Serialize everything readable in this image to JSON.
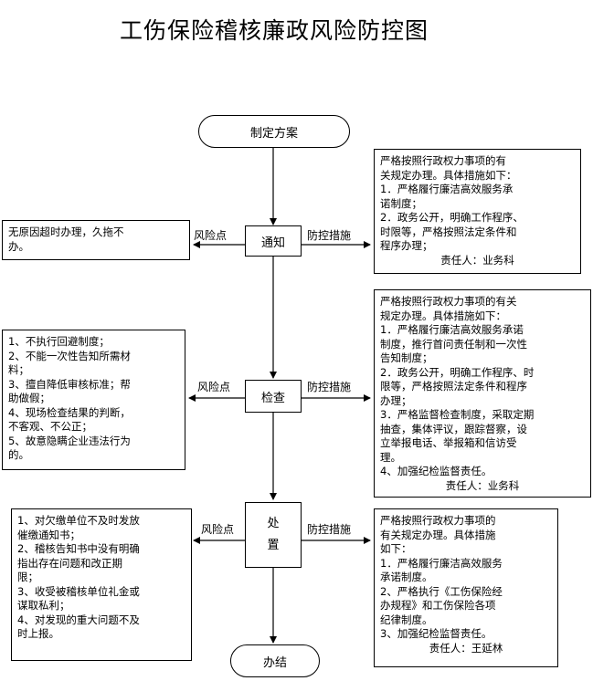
{
  "title": "工伤保险稽核廉政风险防控图",
  "labels": {
    "risk": "风险点",
    "control": "防控措施"
  },
  "nodes": {
    "start": "制定方案",
    "notify": "通知",
    "inspect": "检查",
    "dispose_1": "处",
    "dispose_2": "置",
    "end": "办结"
  },
  "notify_risk": {
    "lines": [
      "无原因超时办理，久拖不",
      "办。"
    ]
  },
  "notify_control": {
    "lines": [
      "严格按照行政权力事项的有",
      "关规定办理。具体措施如下：",
      "1．严格履行廉洁高效服务承",
      "诺制度；",
      "2．政务公开，明确工作程序、",
      "时限等，严格按照法定条件和",
      "程序办理；"
    ],
    "responsible": "责任人：业务科"
  },
  "inspect_risk": {
    "lines": [
      "1、不执行回避制度；",
      "2、不能一次性告知所需材",
      "料；",
      "3、擅自降低审核标准；帮",
      "助做假；",
      "4、现场检查结果的判断，",
      "不客观、不公正；",
      "5、故意隐瞒企业违法行为",
      "的。"
    ]
  },
  "inspect_control": {
    "lines": [
      "严格按照行政权力事项的有关",
      "规定办理。具体措施如下：",
      "1．严格履行廉洁高效服务承诺",
      "制度，推行首问责任制和一次性",
      "告知制度；",
      "2．政务公开，明确工作程序、时",
      "限等，严格按照法定条件和程序",
      "办理；",
      "3．严格监督检查制度，采取定期",
      "抽查，集体评议，跟踪督察，设",
      "立举报电话、举报箱和信访受",
      "理。",
      "4、加强纪检监督责任。"
    ],
    "responsible": "责任人：业务科"
  },
  "dispose_risk": {
    "lines": [
      "1、对欠缴单位不及时发放",
      "催缴通知书；",
      "2、稽核告知书中没有明确",
      "指出存在问题和改正期",
      "限；",
      "3、收受被稽核单位礼金或",
      "谋取私利；",
      "4、对发现的重大问题不及",
      "时上报。"
    ]
  },
  "dispose_control": {
    "lines": [
      "严格按照行政权力事项的",
      "有关规定办理。具体措施",
      "如下：",
      "1．严格履行廉洁高效服务",
      "承诺制度。",
      "2、严格执行《工伤保险经",
      "办规程》和工伤保险各项",
      "纪律制度。",
      "3、加强纪检监督责任。"
    ],
    "responsible": "责任人：王延林"
  }
}
